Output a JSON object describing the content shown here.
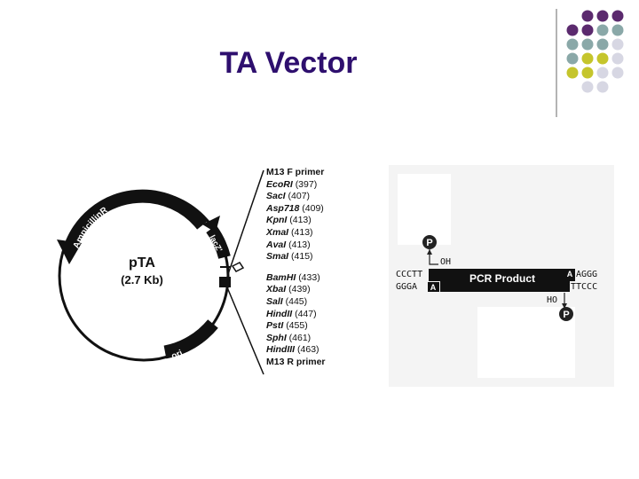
{
  "slide": {
    "title": "TA Vector"
  },
  "theme": {
    "title_color": "#2e0f6e",
    "dot_purple": "#5b2a6e",
    "dot_teal": "#8aa8a8",
    "dot_yellow": "#c5c52c",
    "dot_gray": "#d7d7e3",
    "rule_color": "#9a9a9a"
  },
  "plasmid": {
    "name": "pTA",
    "size": "(2.7 Kb)",
    "genes": {
      "ampicillin": "AmpicillinR",
      "lacz": "lacZ'",
      "ori": "ori"
    }
  },
  "mcs": {
    "primer_f": "M13 F primer",
    "group1": [
      {
        "enzyme": "EcoRI",
        "pos": "(397)"
      },
      {
        "enzyme": "SacI",
        "pos": "(407)"
      },
      {
        "enzyme": "Asp718",
        "pos": "(409)"
      },
      {
        "enzyme": "KpnI",
        "pos": "(413)"
      },
      {
        "enzyme": "XmaI",
        "pos": "(413)"
      },
      {
        "enzyme": "AvaI",
        "pos": "(413)"
      },
      {
        "enzyme": "SmaI",
        "pos": "(415)"
      }
    ],
    "group2": [
      {
        "enzyme": "BamHI",
        "pos": "(433)"
      },
      {
        "enzyme": "XbaI",
        "pos": "(439)"
      },
      {
        "enzyme": "SalI",
        "pos": "(445)"
      },
      {
        "enzyme": "HindII",
        "pos": "(447)"
      },
      {
        "enzyme": "PstI",
        "pos": "(455)"
      },
      {
        "enzyme": "SphI",
        "pos": "(461)"
      },
      {
        "enzyme": "HindIII",
        "pos": "(463)"
      }
    ],
    "primer_r": "M13 R primer"
  },
  "pcr": {
    "label": "PCR Product",
    "left_top": "CCCTT",
    "left_bottom": "GGGA",
    "right_top": "AGGG",
    "right_bottom": "TTCCC",
    "overhang": "A",
    "oh_top": "OH",
    "oh_bottom": "HO",
    "phosphate": "P"
  }
}
